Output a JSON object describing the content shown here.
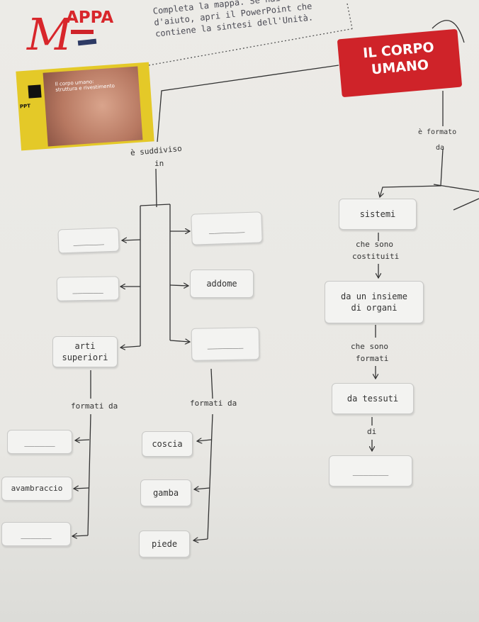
{
  "logo": {
    "letter": "M",
    "rest": "APPA"
  },
  "intro": {
    "line1": "Completa la mappa. Se hai",
    "line2": "d'aiuto, apri il PowerPoint che",
    "line3": "contiene la sintesi dell'Unità."
  },
  "thumbnail": {
    "title": "Il corpo umano:",
    "subtitle": "struttura e rivestimento",
    "file_type": "PPT"
  },
  "title": {
    "line1": "IL CORPO",
    "line2": "UMANO"
  },
  "connectors": {
    "suddiviso": "è suddiviso",
    "in": "in",
    "formato": "è formato",
    "da": "da",
    "che_sono_1": "che sono",
    "costituiti": "costituiti",
    "che_sono_2": "che sono",
    "formati": "formati",
    "di": "di",
    "formati_da_left": "formati da",
    "formati_da_right": "formati da"
  },
  "left_column": {
    "box1": "______",
    "box2": "______",
    "box3_line1": "arti",
    "box3_line2": "superiori"
  },
  "center_column": {
    "box1": "_______",
    "box2": "addome",
    "box3": "_______"
  },
  "right_column": {
    "box1": "sistemi",
    "box2_line1": "da un insieme",
    "box2_line2": "di organi",
    "box3": "da tessuti",
    "box4": "_______"
  },
  "arms": {
    "box1": "______",
    "box2": "avambraccio",
    "box3": "______"
  },
  "legs": {
    "box1": "coscia",
    "box2": "gamba",
    "box3": "piede"
  }
}
